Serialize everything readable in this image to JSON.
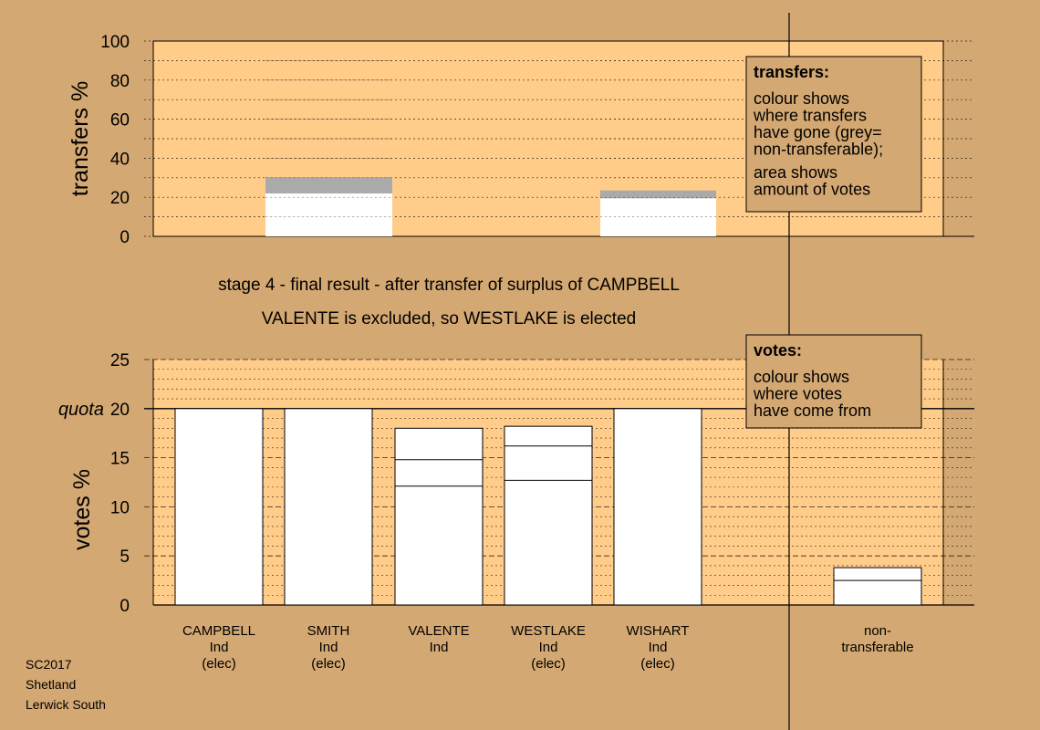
{
  "caption": {
    "line1": "stage 4 - final result - after transfer of surplus of CAMPBELL",
    "line2": "VALENTE is excluded, so WESTLAKE is elected"
  },
  "footer": [
    "SC2017",
    "Shetland",
    "Lerwick South"
  ],
  "colors": {
    "background": "#d4a872",
    "plot_area": "#ffcc8a",
    "bar_fill": "#ffffff",
    "non_transferable": "#aaaaaa",
    "legend_fill": "#d4a872"
  },
  "chart_data": [
    {
      "type": "bar",
      "stacked": true,
      "ylabel": "transfers %",
      "ylim": [
        0,
        100
      ],
      "yticks": [
        0,
        20,
        40,
        60,
        80,
        100
      ],
      "grid": true,
      "legend": {
        "placement": "top-right",
        "title": "transfers:",
        "lines": [
          "colour shows",
          "where transfers",
          "have gone (grey=",
          "non-transferable);",
          "area shows",
          "amount of votes"
        ]
      },
      "columns": [
        {
          "label": "SMITH",
          "segments": [
            10,
            12,
            8
          ]
        },
        {
          "label": "WISHART",
          "segments": [
            10,
            9.5,
            4
          ]
        }
      ]
    },
    {
      "type": "bar",
      "stacked": true,
      "ylabel": "votes %",
      "ylim": [
        0,
        25
      ],
      "yticks": [
        0,
        5,
        10,
        15,
        20,
        25
      ],
      "quota": 20,
      "quota_label": "quota",
      "grid": true,
      "legend": {
        "placement": "top-right",
        "title": "votes:",
        "lines": [
          "colour shows",
          "where votes",
          "have come from"
        ]
      },
      "categories": [
        {
          "lines": [
            "CAMPBELL",
            "Ind",
            "(elec)"
          ],
          "segments": [
            20
          ]
        },
        {
          "lines": [
            "SMITH",
            "Ind",
            "(elec)"
          ],
          "segments": [
            20
          ]
        },
        {
          "lines": [
            "VALENTE",
            "Ind"
          ],
          "segments": [
            12.1,
            2.7,
            3.2
          ]
        },
        {
          "lines": [
            "WESTLAKE",
            "Ind",
            "(elec)"
          ],
          "segments": [
            12.7,
            3.5,
            2.0
          ]
        },
        {
          "lines": [
            "WISHART",
            "Ind",
            "(elec)"
          ],
          "segments": [
            20
          ]
        },
        {
          "lines": [
            "non-",
            "transferable"
          ],
          "segments": [
            2.5,
            1.3
          ]
        }
      ]
    }
  ]
}
